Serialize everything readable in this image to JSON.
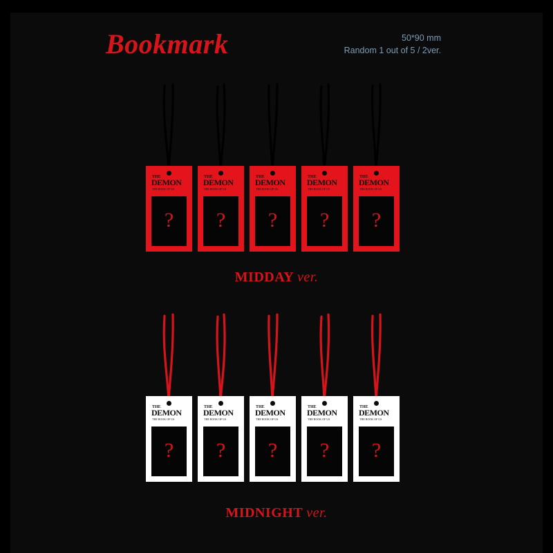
{
  "header": {
    "title": "Bookmark",
    "size": "50*90 mm",
    "random": "Random 1 out of 5 / 2ver."
  },
  "card_text": {
    "the": "THE",
    "logo": "DEMON",
    "sub": "THE BOOK OF US",
    "question": "?"
  },
  "versions": [
    {
      "name": "MIDDAY",
      "suffix": "ver.",
      "card_color": "#e3141b",
      "ribbon_color": "#000000",
      "count": 5
    },
    {
      "name": "MIDNIGHT",
      "suffix": "ver.",
      "card_color": "#ffffff",
      "ribbon_color": "#d8141b",
      "count": 5
    }
  ]
}
